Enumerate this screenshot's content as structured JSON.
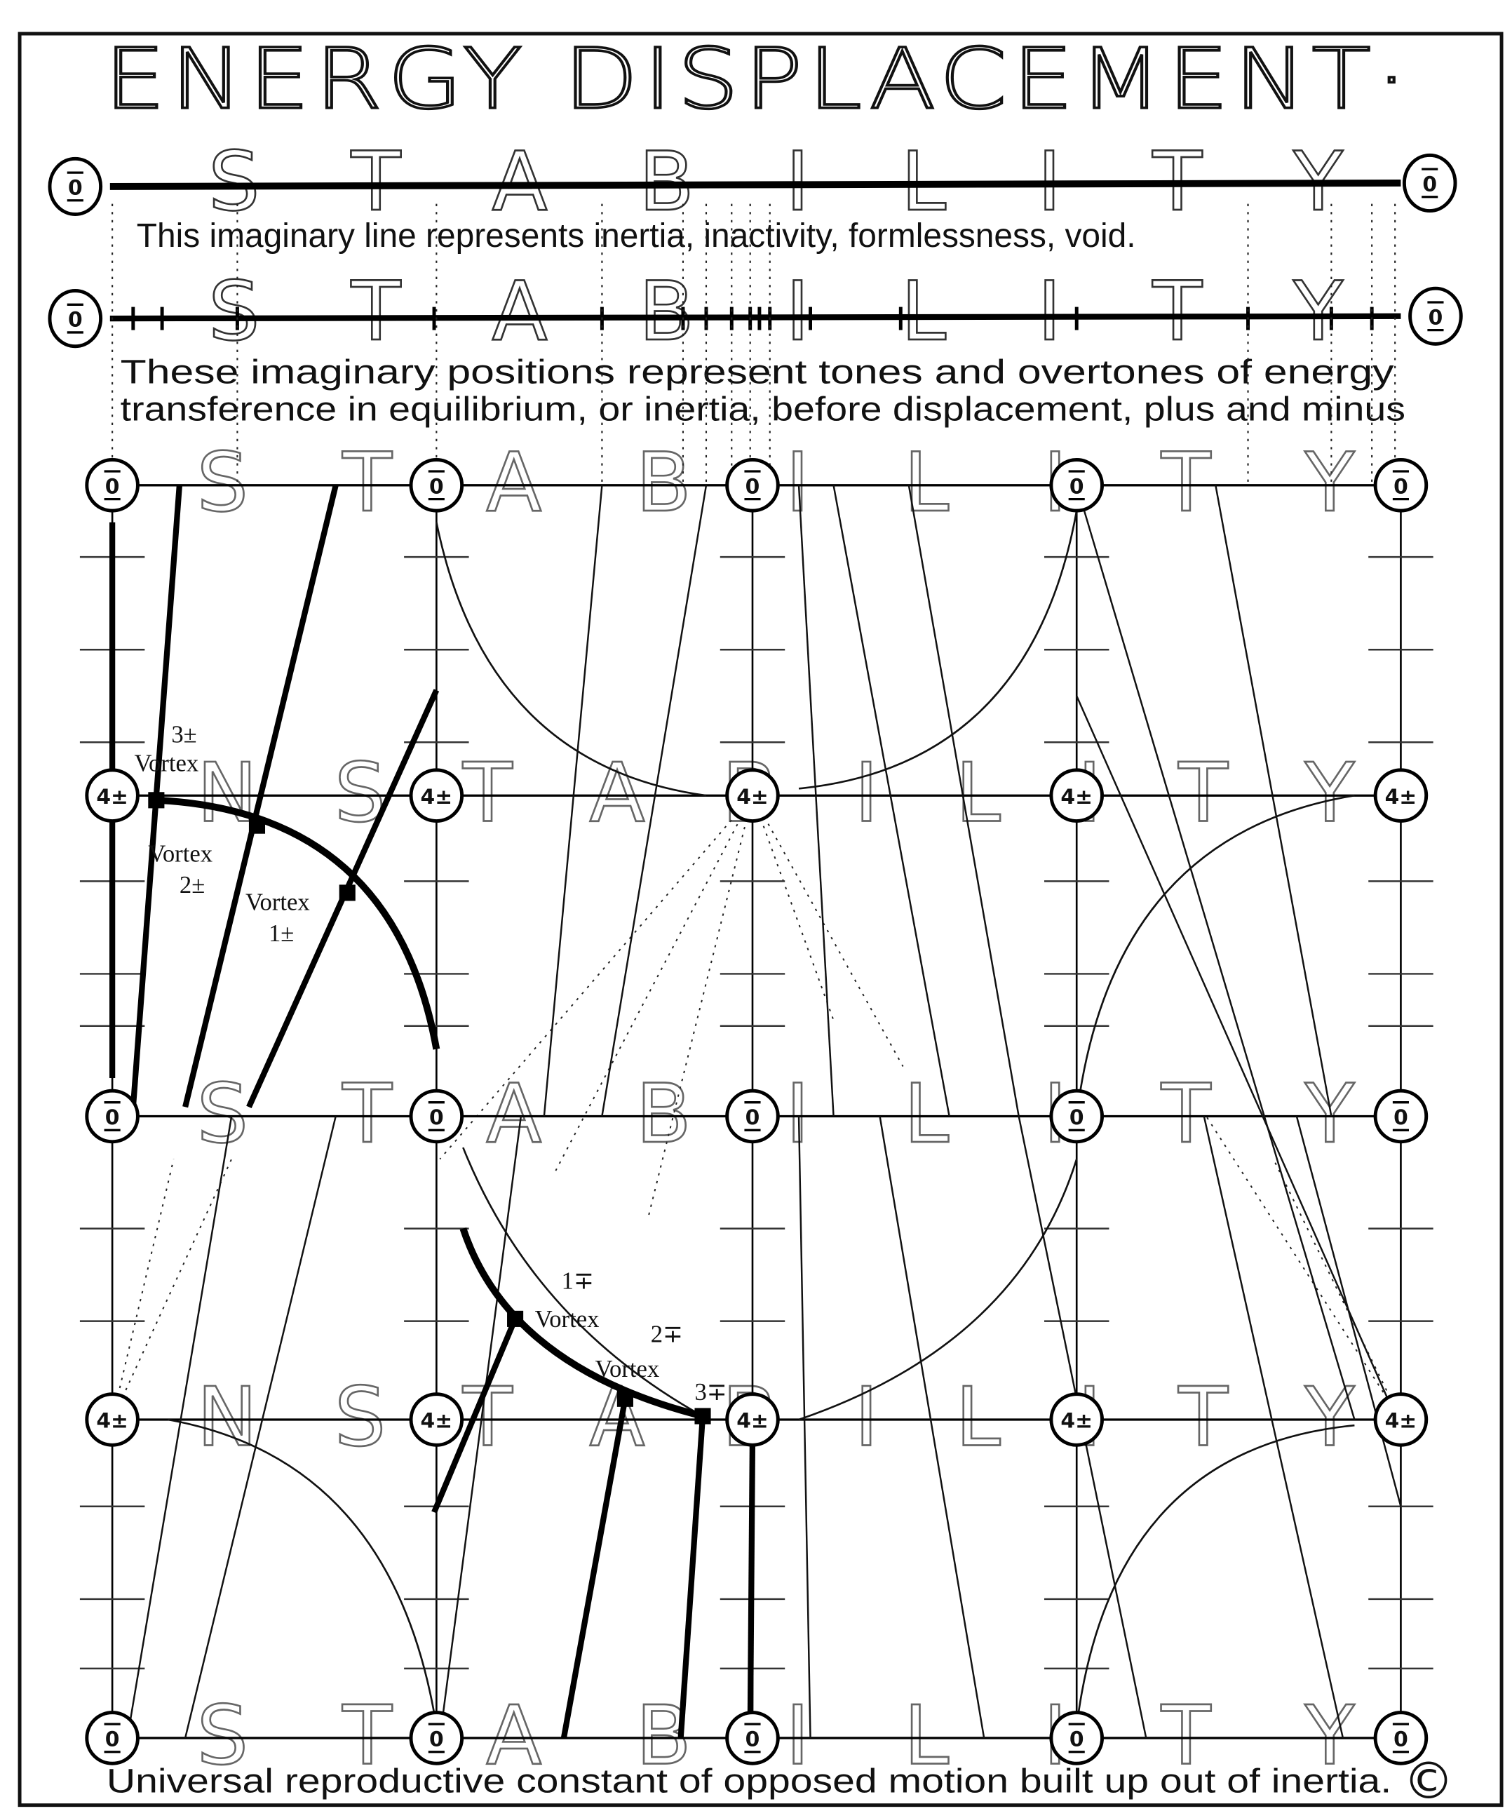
{
  "title": "ENERGY DISPLACEMENT·",
  "stability_word": "S T A B I L I T Y",
  "captions": {
    "line1": "This imaginary line represents inertia, inactivity, formlessness, void.",
    "line2a": "These imaginary positions  represent tones and overtones of energy",
    "line2b": "transference in equilibrium, or inertia, before displacement, plus and minus",
    "bottom": "Universal reproductive constant of opposed motion built up out of inertia."
  },
  "grid_words": {
    "row0": "S   T   A   B   I   L   I   T   Y",
    "row1": "N   S T A     B I L   I T Y",
    "row2": "S   T   A   B   I   L   I   T   Y",
    "row3": "N   S T A     B I L   I T Y",
    "row4": "S   T   A   B   I   L   I   T   Y"
  },
  "node_labels": {
    "zero": "0",
    "four": "4±"
  },
  "node_rows": [
    "zero",
    "four",
    "zero",
    "four",
    "zero"
  ],
  "vortex_labels": {
    "upper": [
      {
        "num": "3±",
        "word": "Vortex"
      },
      {
        "num": "2±",
        "word": "Vortex"
      },
      {
        "num": "1±",
        "word": "Vortex"
      }
    ],
    "lower": [
      {
        "num": "1∓",
        "word": "Vortex"
      },
      {
        "num": "2∓",
        "word": "Vortex"
      },
      {
        "num": "3∓",
        "word": ""
      }
    ]
  },
  "copyright": "©",
  "colors": {
    "ink": "#111111",
    "paper": "#ffffff"
  }
}
